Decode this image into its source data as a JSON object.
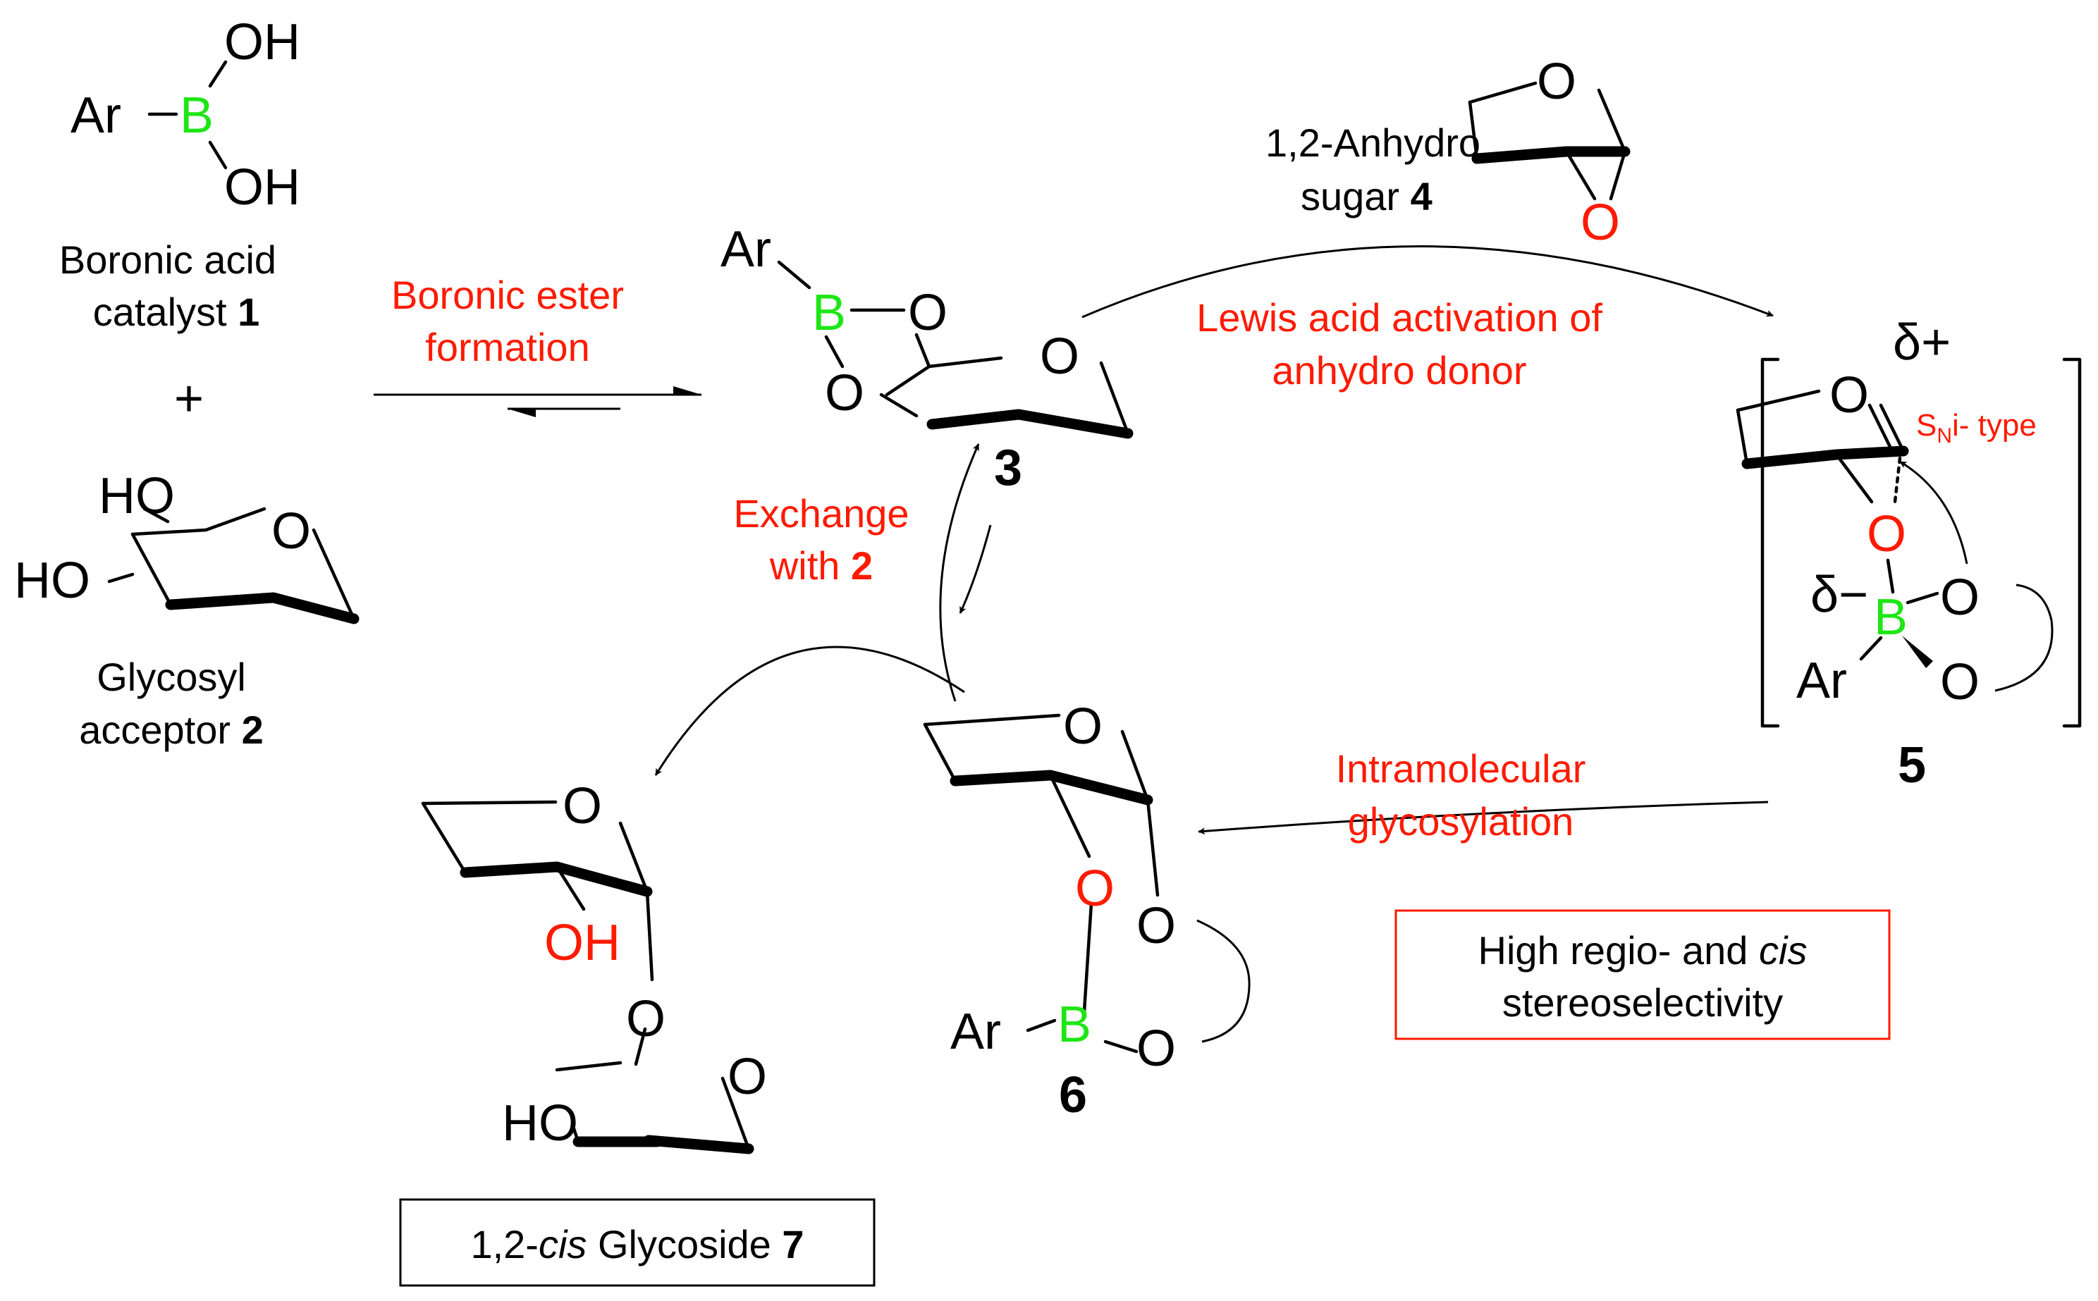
{
  "compounds": {
    "c1": {
      "ar": "Ar",
      "b": "B",
      "oh_top": "OH",
      "oh_bottom": "OH",
      "line1": "Boronic acid",
      "line2": "catalyst ",
      "num": "1"
    },
    "plus": "+",
    "c2": {
      "ho_top": "HO",
      "ho_left": "HO",
      "o": "O",
      "line1": "Glycosyl",
      "line2": "acceptor ",
      "num": "2"
    },
    "c3": {
      "ar": "Ar",
      "b": "B",
      "o1": "O",
      "o2": "O",
      "o_ring": "O",
      "num": "3"
    },
    "c4": {
      "line1": "1,2-Anhydro",
      "line2": "sugar ",
      "num": "4",
      "o_ring": "O",
      "o_epox": "O"
    },
    "c5": {
      "o_ring": "O",
      "delta_plus": "δ+",
      "sn": "S",
      "sn_sub": "N",
      "sn_rest": "i- type",
      "o_link": "O",
      "delta_minus": "δ−",
      "b": "B",
      "o_a": "O",
      "o_b": "O",
      "ar": "Ar",
      "num": "5"
    },
    "c6": {
      "o_ring": "O",
      "o_red": "O",
      "o_right": "O",
      "ar": "Ar",
      "b": "B",
      "o_bottom": "O",
      "num": "6"
    },
    "c7": {
      "o_ring_top": "O",
      "oh": "OH",
      "o_link": "O",
      "o_ring_bottom": "O",
      "ho": "HO",
      "label_pre": "1,2-",
      "label_it": "cis",
      "label_post": " Glycoside ",
      "num": "7"
    }
  },
  "steps": {
    "ester_l1": "Boronic ester",
    "ester_l2": "formation",
    "lewis_l1": "Lewis acid activation of",
    "lewis_l2": "anhydro donor",
    "exch_l1": "Exchange",
    "exch_l2_pre": "with ",
    "exch_num": "2",
    "intra_l1": "Intramolecular",
    "intra_l2": "glycosylation"
  },
  "selectivity": {
    "line1_pre": "High regio- and ",
    "line1_it": "cis",
    "line2": "stereoselectivity"
  },
  "colors": {
    "step_text": "#ff1a00",
    "boron": "#1ee614",
    "oxygen_highlight": "#ff1a00",
    "selectivity_box_border": "#ff1a00",
    "product_box_border": "#000000"
  }
}
